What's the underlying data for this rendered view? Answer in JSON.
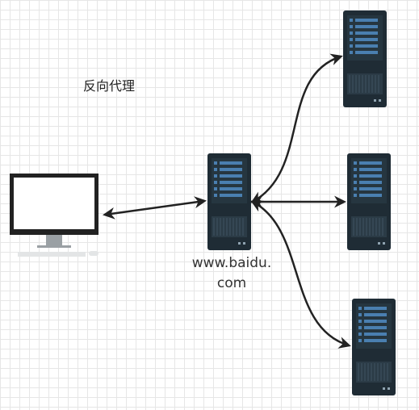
{
  "title": "反向代理",
  "proxy": {
    "label_line1": "www.baidu.",
    "label_line2": "com"
  },
  "colors": {
    "server_body": "#1f2c35",
    "server_panel": "#30414c",
    "server_bar": "#4a7fb0",
    "arrow": "#222222",
    "monitor_frame": "#222222",
    "monitor_base": "#bfc3c6"
  },
  "nodes": [
    {
      "name": "client-computer",
      "icon": "desktop-computer-icon"
    },
    {
      "name": "proxy-server",
      "icon": "server-icon"
    },
    {
      "name": "backend-server-1",
      "icon": "server-icon"
    },
    {
      "name": "backend-server-2",
      "icon": "server-icon"
    },
    {
      "name": "backend-server-3",
      "icon": "server-icon"
    }
  ]
}
